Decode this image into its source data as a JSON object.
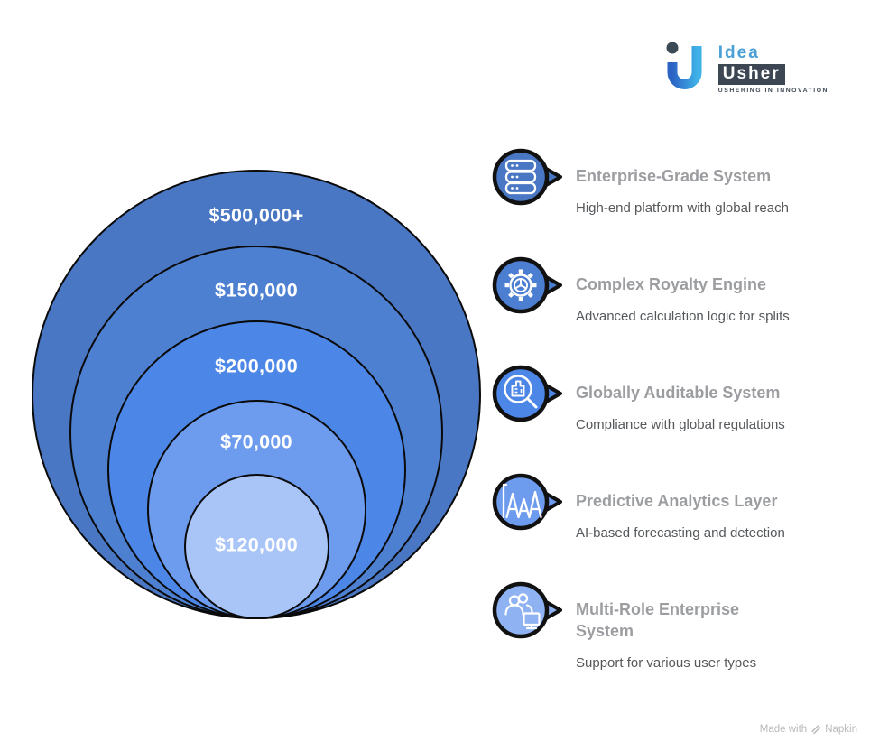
{
  "logo": {
    "idea": "Idea",
    "usher": "Usher",
    "tagline": "USHERING IN INNOVATION"
  },
  "diagram": {
    "type": "nested-circles",
    "layers": [
      {
        "label": "$500,000+",
        "color": "#4a77c4"
      },
      {
        "label": "$150,000",
        "color": "#4e80d2"
      },
      {
        "label": "$200,000",
        "color": "#4c86e6"
      },
      {
        "label": "$70,000",
        "color": "#6d9bee"
      },
      {
        "label": "$120,000",
        "color": "#a9c5f8"
      }
    ]
  },
  "legend": {
    "items": [
      {
        "title": "Enterprise-Grade System",
        "subtitle": "High-end platform with global reach",
        "icon": "server-icon",
        "color": "#4a77c4"
      },
      {
        "title": "Complex Royalty Engine",
        "subtitle": "Advanced calculation logic for splits",
        "icon": "gear-icon",
        "color": "#4c7fd1"
      },
      {
        "title": "Globally Auditable System",
        "subtitle": "Compliance with global regulations",
        "icon": "audit-magnifier-icon",
        "color": "#4c86e6"
      },
      {
        "title": "Predictive Analytics Layer",
        "subtitle": "AI-based forecasting and detection",
        "icon": "analytics-chart-icon",
        "color": "#6d9bee"
      },
      {
        "title": "Multi-Role Enterprise System",
        "subtitle": "Support for various user types",
        "icon": "users-monitor-icon",
        "color": "#8fb2f3"
      }
    ]
  },
  "footer": {
    "made_with": "Made with",
    "brand": "Napkin"
  }
}
